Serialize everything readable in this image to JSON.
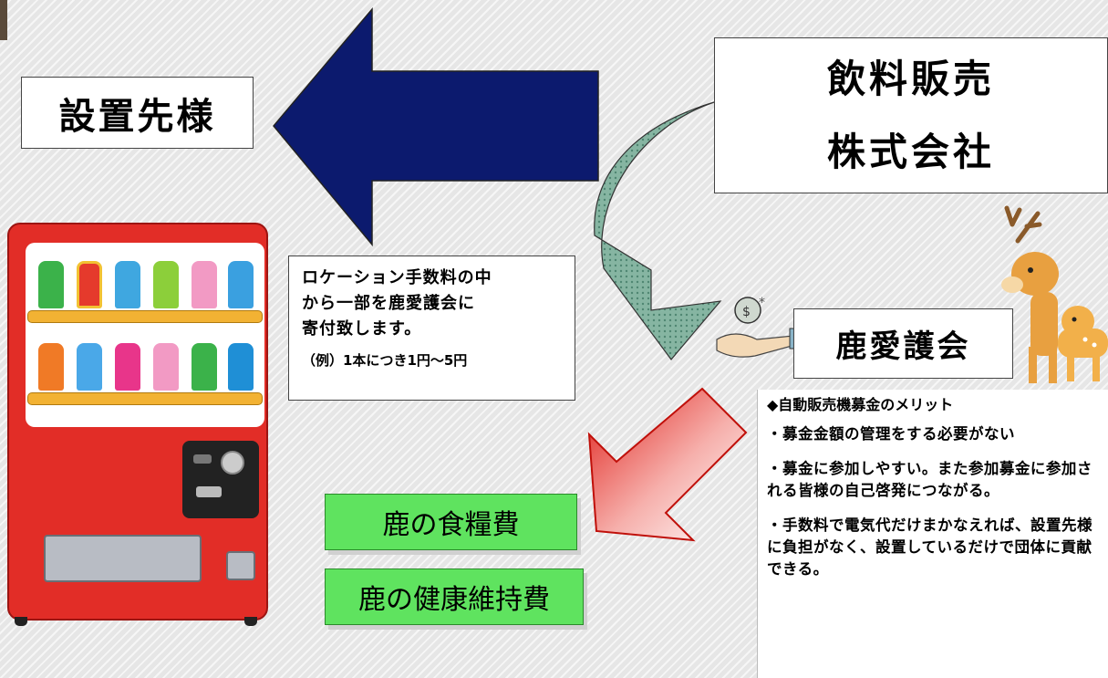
{
  "installer": {
    "label": "設置先様"
  },
  "company": {
    "line1": "飲料販売",
    "line2": "株式会社"
  },
  "donation_note": {
    "lines": [
      "ロケーション手数料の中",
      "から一部を鹿愛護会に",
      "寄付致します。"
    ],
    "example": "（例）1本につき1円～5円"
  },
  "association": {
    "label": "鹿愛護会"
  },
  "uses": {
    "food": "鹿の食糧費",
    "health": "鹿の健康維持費"
  },
  "merits": {
    "title": "◆自動販売機募金のメリット",
    "items": [
      "・募金金額の管理をする必要がない",
      "・募金に参加しやすい。また参加募金に参加される皆様の自己啓発につながる。",
      "・手数料で電気代だけまかなえれば、設置先様に負担がなく、設置しているだけで団体に貢献できる。"
    ]
  },
  "colors": {
    "navy_arrow": "#0c1a6e",
    "teal_arrow": "#6a9e8c",
    "red_arrow": "#e0201a",
    "green_box": "#5fe35f"
  },
  "icons": [
    "vending-machine-illustration",
    "deer-illustration",
    "money-bag-hands-illustration"
  ]
}
